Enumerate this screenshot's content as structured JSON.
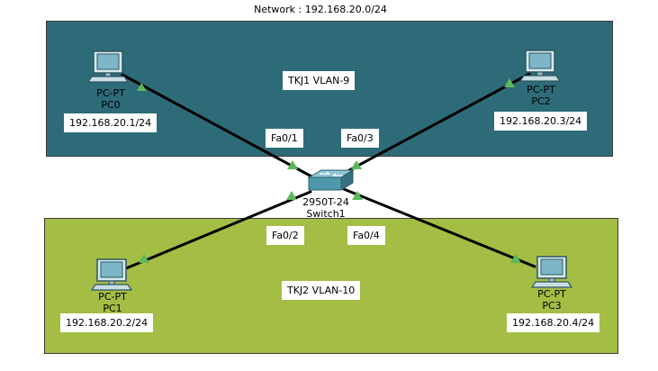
{
  "title": "Network : 192.168.20.0/24",
  "colors": {
    "vlan9": "#2e6b78",
    "vlan10": "#a4bd44",
    "link_marker": "#5cb85c"
  },
  "vlans": [
    {
      "label": "TKJ1 VLAN-9"
    },
    {
      "label": "TKJ2 VLAN-10"
    }
  ],
  "switch": {
    "model": "2950T-24",
    "name": "Switch1"
  },
  "devices": [
    {
      "type": "PC-PT",
      "name": "PC0",
      "ip": "192.168.20.1/24",
      "port": "Fa0/1"
    },
    {
      "type": "PC-PT",
      "name": "PC2",
      "ip": "192.168.20.3/24",
      "port": "Fa0/3"
    },
    {
      "type": "PC-PT",
      "name": "PC1",
      "ip": "192.168.20.2/24",
      "port": "Fa0/2"
    },
    {
      "type": "PC-PT",
      "name": "PC3",
      "ip": "192.168.20.4/24",
      "port": "Fa0/4"
    }
  ]
}
